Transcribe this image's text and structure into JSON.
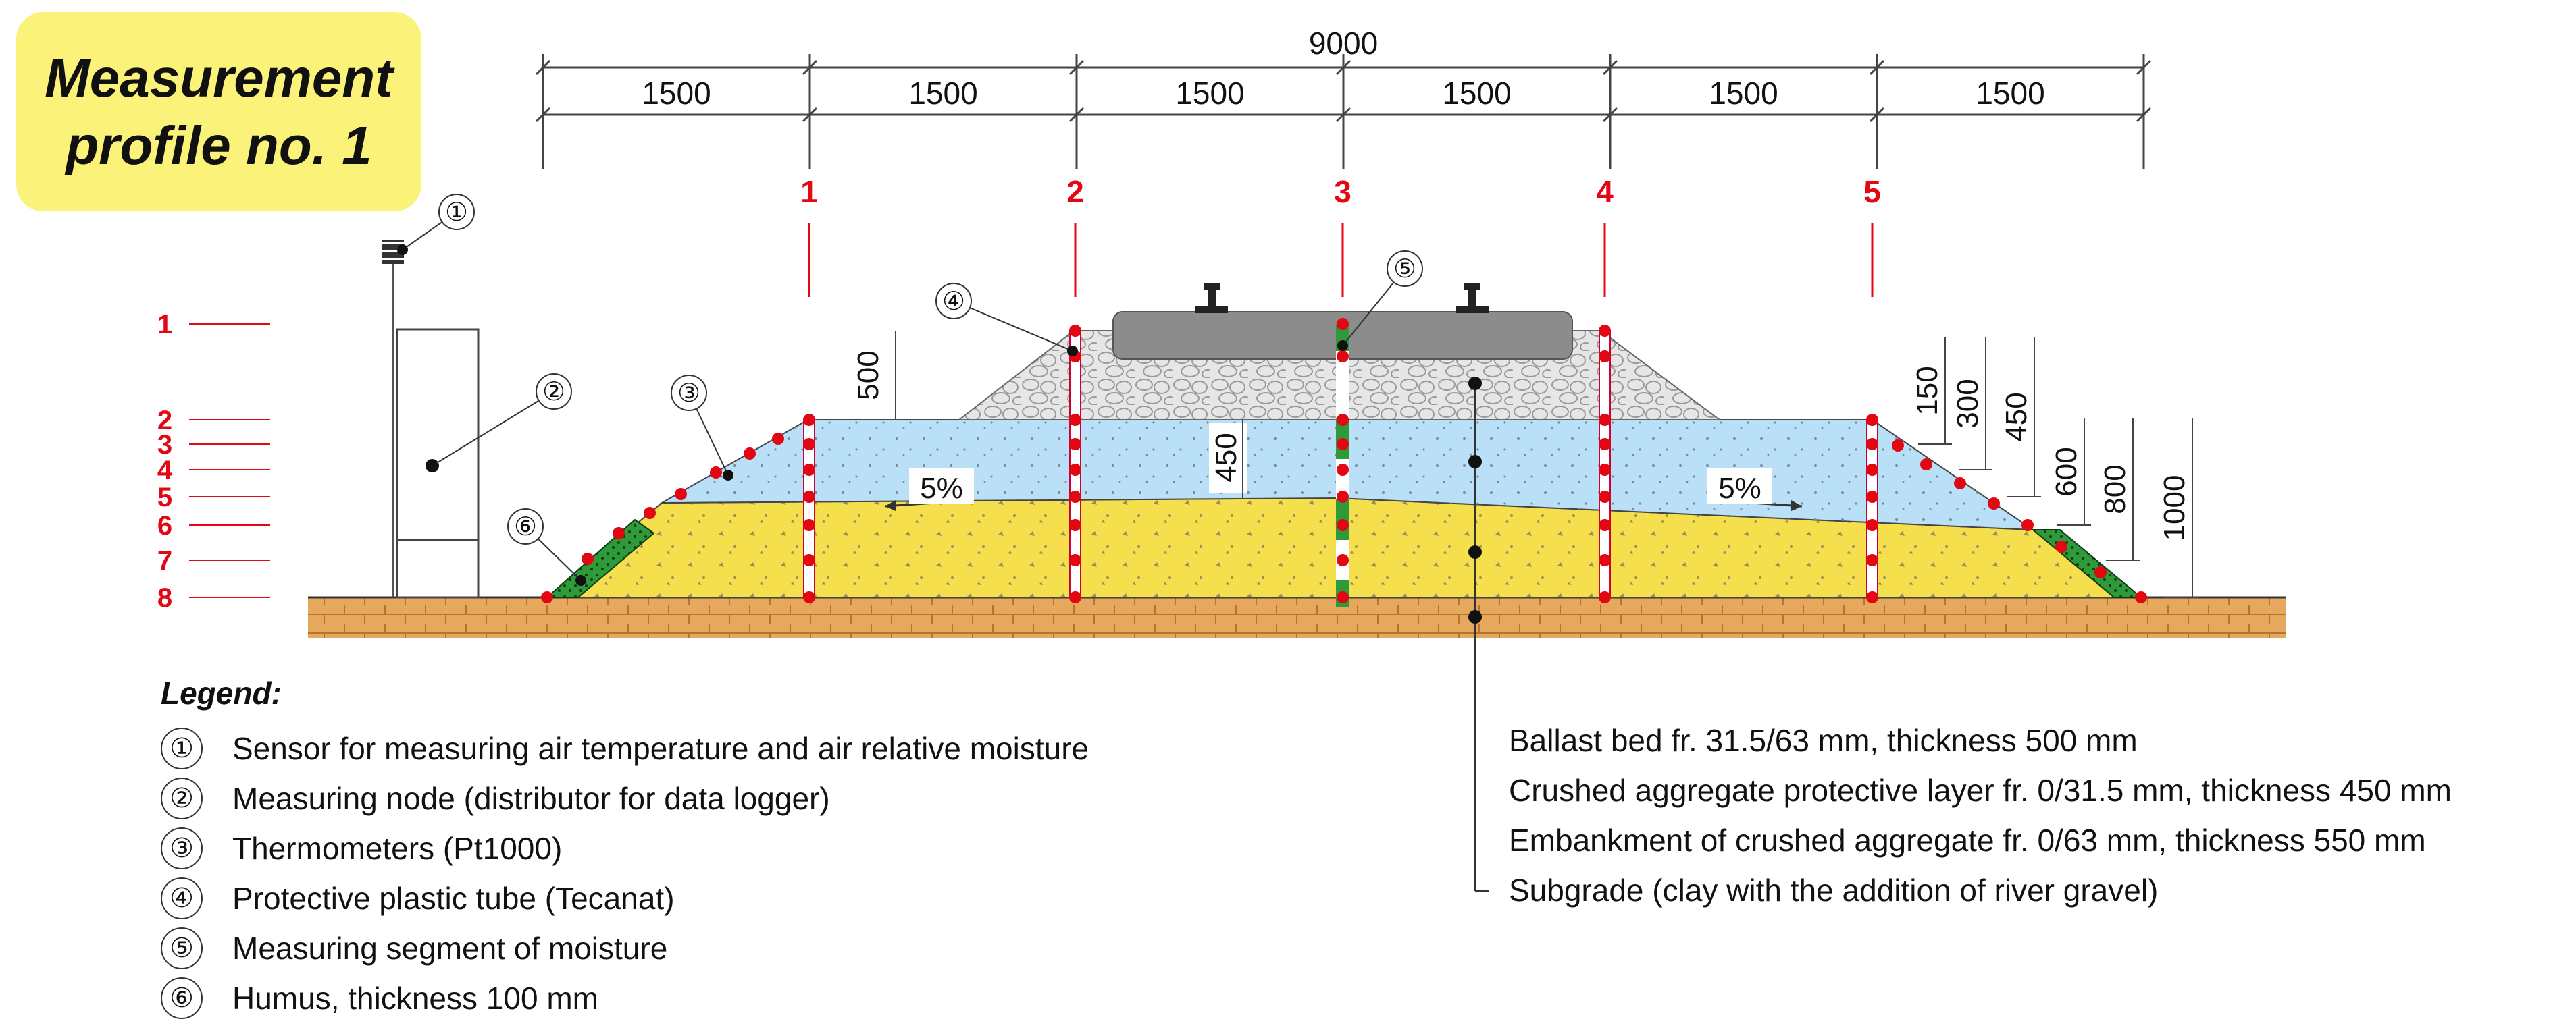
{
  "title": {
    "line1": "Measurement",
    "line2": "profile no. 1"
  },
  "dimensions": {
    "total": "9000",
    "segments": [
      "1500",
      "1500",
      "1500",
      "1500",
      "1500",
      "1500"
    ]
  },
  "profile_markers": [
    "1",
    "2",
    "3",
    "4",
    "5"
  ],
  "depth_levels": [
    "1",
    "2",
    "3",
    "4",
    "5",
    "6",
    "7",
    "8"
  ],
  "callouts": [
    "①",
    "②",
    "③",
    "④",
    "⑤",
    "⑥"
  ],
  "annotations": {
    "ballast_height": "500",
    "protective_thickness": "450",
    "slope_left": "5%",
    "slope_right": "5%",
    "right_dims": [
      "150",
      "300",
      "450",
      "600",
      "800",
      "1000"
    ]
  },
  "legend": {
    "title": "Legend:",
    "items": [
      {
        "num": "①",
        "text": "Sensor for measuring air temperature and air relative moisture"
      },
      {
        "num": "②",
        "text": "Measuring node (distributor for data logger)"
      },
      {
        "num": "③",
        "text": "Thermometers (Pt1000)"
      },
      {
        "num": "④",
        "text": "Protective plastic tube (Tecanat)"
      },
      {
        "num": "⑤",
        "text": "Measuring segment of moisture"
      },
      {
        "num": "⑥",
        "text": "Humus, thickness 100 mm"
      }
    ]
  },
  "layers": [
    "Ballast bed fr. 31.5/63 mm, thickness 500 mm",
    "Crushed aggregate protective layer fr. 0/31.5 mm, thickness 450 mm",
    "Embankment of crushed aggregate fr. 0/63 mm, thickness 550 mm",
    "Subgrade (clay with the addition of river gravel)"
  ],
  "colors": {
    "marker_red": "#e30613",
    "ballast": "#d9d9d9",
    "protective_layer": "#b9e0f7",
    "embankment": "#f5df4d",
    "subgrade": "#e5a85c",
    "humus": "#2e9a3a",
    "title_bg": "#fbf27a"
  }
}
